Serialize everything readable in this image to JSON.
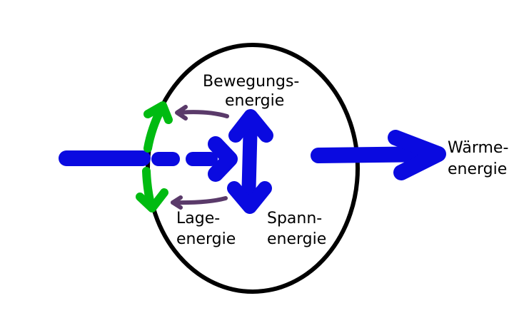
{
  "colors": {
    "background": "#ffffff",
    "outline": "#000000",
    "energy_flow": "#0a0ae0",
    "green_arrows": "#00bb11",
    "purple_arrows": "#5a3a6a"
  },
  "labels": {
    "kinetic": {
      "line1": "Bewegungs-",
      "line2": "energie"
    },
    "potential": {
      "line1": "Lage-",
      "line2": "energie"
    },
    "elastic": {
      "line1": "Spann-",
      "line2": "energie"
    },
    "thermal": {
      "line1": "Wärme-",
      "line2": "energie"
    }
  }
}
